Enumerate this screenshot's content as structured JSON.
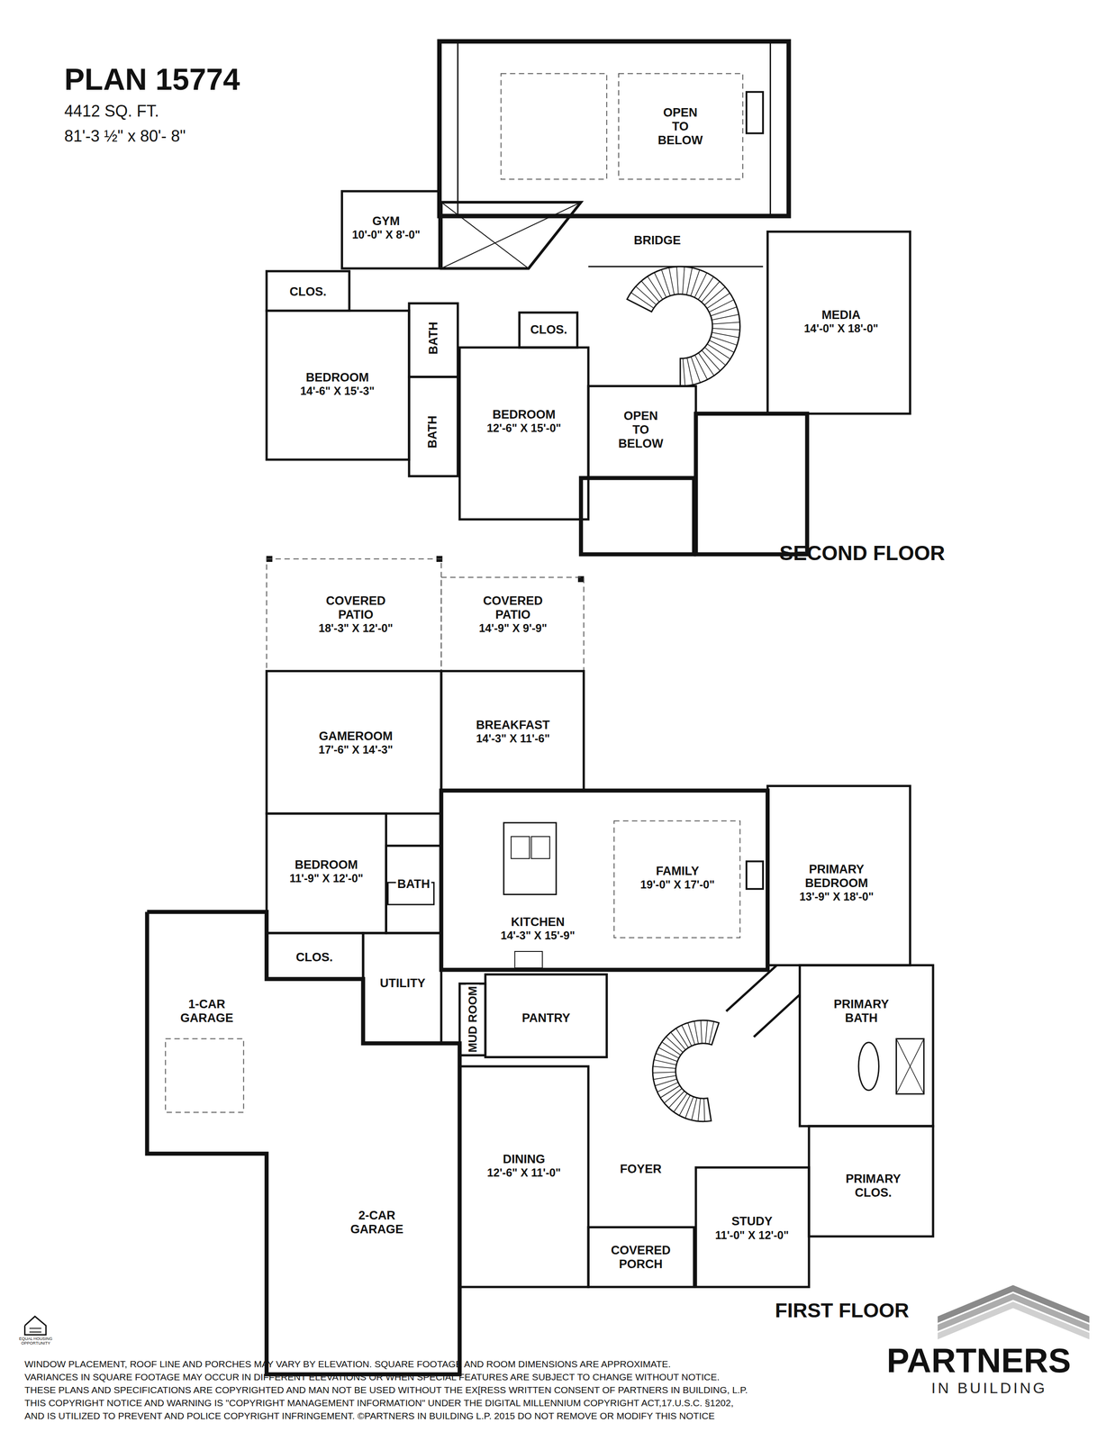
{
  "diagram": {
    "title": "PLAN 15774",
    "nodes": [
      {
        "text": [
          "OPEN TO BELOW"
        ]
      },
      {
        "text": [
          "GYM",
          "10'-0\" X 8'-0\""
        ]
      },
      {
        "text": [
          "BRIDGE"
        ]
      },
      {
        "text": [
          "CLOS."
        ]
      },
      {
        "text": [
          "MEDIA",
          "14'-0\" X 18'-0\""
        ]
      },
      {
        "text": [
          "BEDROOM",
          "14'-6\" X 15'-3\""
        ]
      },
      {
        "text": [
          "BATH"
        ]
      },
      {
        "text": [
          "CLOS."
        ]
      },
      {
        "text": [
          "BEDROOM",
          "12'-6\" X 15'-0\""
        ]
      },
      {
        "text": [
          "OPEN TO BELOW"
        ]
      },
      {
        "text": [
          "BATH"
        ]
      },
      {
        "text": [
          "COVERED PATIO",
          "18'-3\" X 12'-0\""
        ]
      },
      {
        "text": [
          "COVERED PATIO",
          "14'-9\" X 9'-9\""
        ]
      },
      {
        "text": [
          "GAMEROOM",
          "17'-6\" X 14'-3\""
        ]
      },
      {
        "text": [
          "BREAKFAST",
          "14'-3\" X 11'-6\""
        ]
      },
      {
        "text": [
          "BEDROOM",
          "11'-9\" X 12'-0\""
        ]
      },
      {
        "text": [
          "BATH"
        ]
      },
      {
        "text": [
          "KITCHEN",
          "14'-3\" X 15'-9\""
        ]
      },
      {
        "text": [
          "FAMILY",
          "19'-0\" X 17'-0\""
        ]
      },
      {
        "text": [
          "PRIMARY BEDROOM",
          "13'-9\" X 18'-0\""
        ]
      },
      {
        "text": [
          "CLOS."
        ]
      },
      {
        "text": [
          "1-CAR GARAGE"
        ]
      },
      {
        "text": [
          "UTILITY"
        ]
      },
      {
        "text": [
          "PRIMARY BATH"
        ]
      },
      {
        "text": [
          "MUD ROOM"
        ]
      },
      {
        "text": [
          "PANTRY"
        ]
      },
      {
        "text": [
          "2-CAR GARAGE"
        ]
      },
      {
        "text": [
          "DINING",
          "12'-6\" X 11'-0\""
        ]
      },
      {
        "text": [
          "FOYER"
        ]
      },
      {
        "text": [
          "PRIMARY CLOS."
        ]
      },
      {
        "text": [
          "STUDY",
          "11'-0\" X 12'-0\""
        ]
      },
      {
        "text": [
          "COVERED PORCH"
        ]
      }
    ],
    "labels": [
      "4412 SQ. FT.",
      "81'-3 ½\" x 80'- 8\"",
      "SECOND FLOOR",
      "FIRST FLOOR",
      "EQUAL HOUSING OPPORTUNITY",
      "WINDOW PLACEMENT, ROOF LINE AND PORCHES MAY VARY BY ELEVATION.  SQUARE FOOTAGE AND ROOM DIMENSIONS ARE APPROXIMATE.",
      "VARIANCES IN SQUARE FOOTAGE MAY OCCUR IN DIFFERENT ELEVATIONS OR  WHEN SPECIAL FEATURES ARE SUBJECT TO CHANGE WITHOUT NOTICE.",
      "THESE PLANS AND SPECIFICATIONS ARE COPYRIGHTED AND MAN NOT BE USED WITHOUT THE EX[RESS WRITTEN CONSENT OF PARTNERS IN BUILDING, L.P.",
      "THIS COPYRIGHT NOTICE AND WARNING IS \"COPYRIGHT MANAGEMENT INFORMATION\" UNDER THE DIGITAL MILLENNIUM COPYRIGHT ACT,17.U.S.C. §1202,",
      "AND IS UTILIZED TO PREVENT AND POLICE COPYRIGHT INFRINGEMENT. ©PARTNERS IN BUILDING L.P. 2015  DO NOT REMOVE OR MODIFY THIS NOTICE",
      "PARTNERS",
      "IN BUILDING"
    ]
  }
}
